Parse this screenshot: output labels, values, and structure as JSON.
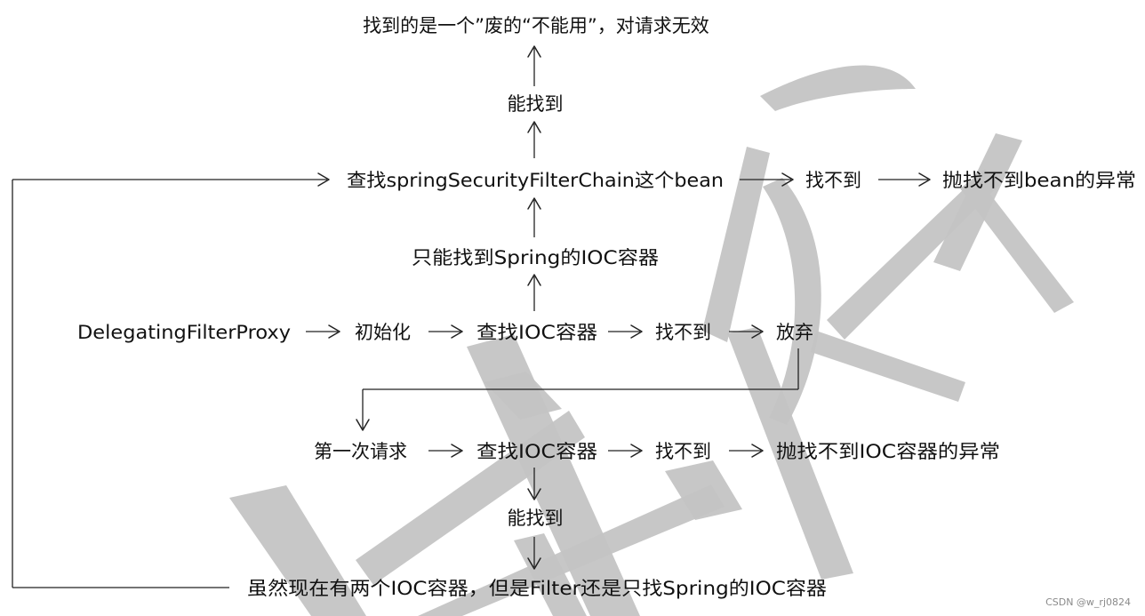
{
  "nodes": {
    "top_result": "找到的是一个”废的“不能用”，对请求无效",
    "can_find_top": "能找到",
    "find_bean": "查找springSecurityFilterChain这个bean",
    "not_found_bean": "找不到",
    "throw_bean_exception": "抛找不到bean的异常",
    "spring_ioc_only": "只能找到Spring的IOC容器",
    "delegating_proxy": "DelegatingFilterProxy",
    "init": "初始化",
    "find_ioc_1": "查找IOC容器",
    "not_found_ioc_1": "找不到",
    "give_up": "放弃",
    "first_request": "第一次请求",
    "find_ioc_2": "查找IOC容器",
    "not_found_ioc_2": "找不到",
    "throw_ioc_exception": "抛找不到IOC容器的异常",
    "can_find_bottom": "能找到",
    "two_containers_note": "虽然现在有两个IOC容器，但是Filter还是只找Spring的IOC容器"
  },
  "watermark": "CSDN @w_rj0824",
  "colors": {
    "text": "#111111",
    "arrow": "#222222",
    "background_strokes": "#c4c4c4",
    "watermark_text": "#8a8a8a"
  }
}
